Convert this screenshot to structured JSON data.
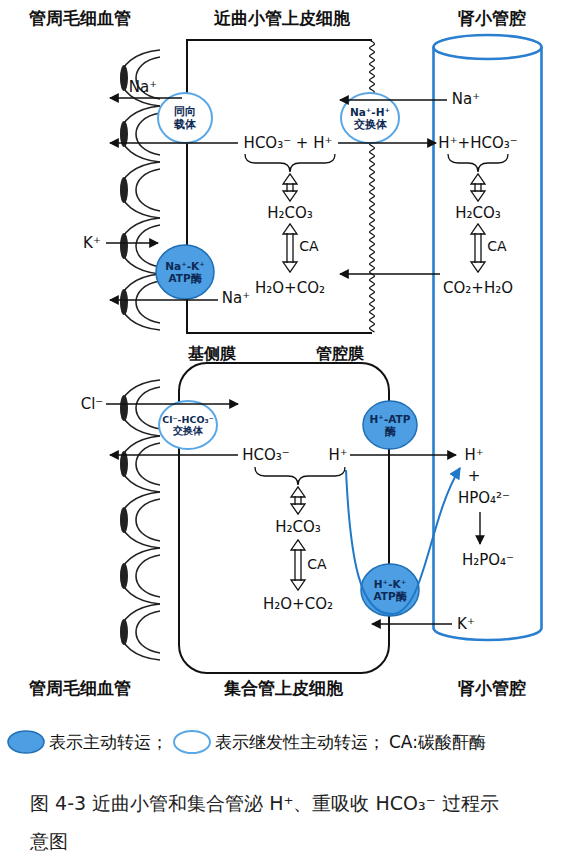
{
  "diagram": {
    "caption": "图 4-3 近曲小管和集合管泌 H⁺、重吸收 HCO₃⁻ 过程示意图",
    "nodes": [
      {
        "text": [
          "近曲小管上皮细胞"
        ]
      },
      {
        "text": [
          "同向载体"
        ],
        "in": 0
      },
      {
        "text": [
          "Na⁺-H⁺交换体"
        ],
        "in": 0
      },
      {
        "text": [
          "Na⁺-K⁺ ATP酶"
        ],
        "in": 0
      },
      {
        "text": [
          "肾小管腔",
          "肾小管腔"
        ]
      },
      {
        "text": [
          "集合管上皮细胞"
        ]
      },
      {
        "text": [
          "Cl⁻-HCO₃⁻交换体"
        ],
        "in": 5
      },
      {
        "text": [
          "H⁺-ATP酶"
        ],
        "in": 5
      },
      {
        "text": [
          "H⁺-K⁺ ATP酶"
        ],
        "in": 5
      }
    ],
    "labels": [
      "管周毛细血管",
      "Na⁺",
      "Na⁺",
      "HCO₃⁻ + H⁺",
      "H⁺+HCO₃⁻",
      "H₂CO₃",
      "H₂CO₃",
      "CA",
      "CA",
      "K⁺",
      "H₂O+CO₂",
      "CO₂+H₂O",
      "Na⁺",
      "基侧膜",
      "管腔膜",
      "Cl⁻",
      "HCO₃⁻",
      "H⁺",
      "H⁺",
      "+",
      "HPO₄²⁻",
      "H₂CO₃",
      "H₂PO₄⁻",
      "CA",
      "H₂O+CO₂",
      "K⁺",
      "管周毛细血管",
      "CA:碳酸酐酶"
    ],
    "legend": [
      {
        "text": "表示主动转运；",
        "color": "#4d9ee3"
      },
      {
        "text": "表示继发性主动转运；"
      }
    ]
  }
}
